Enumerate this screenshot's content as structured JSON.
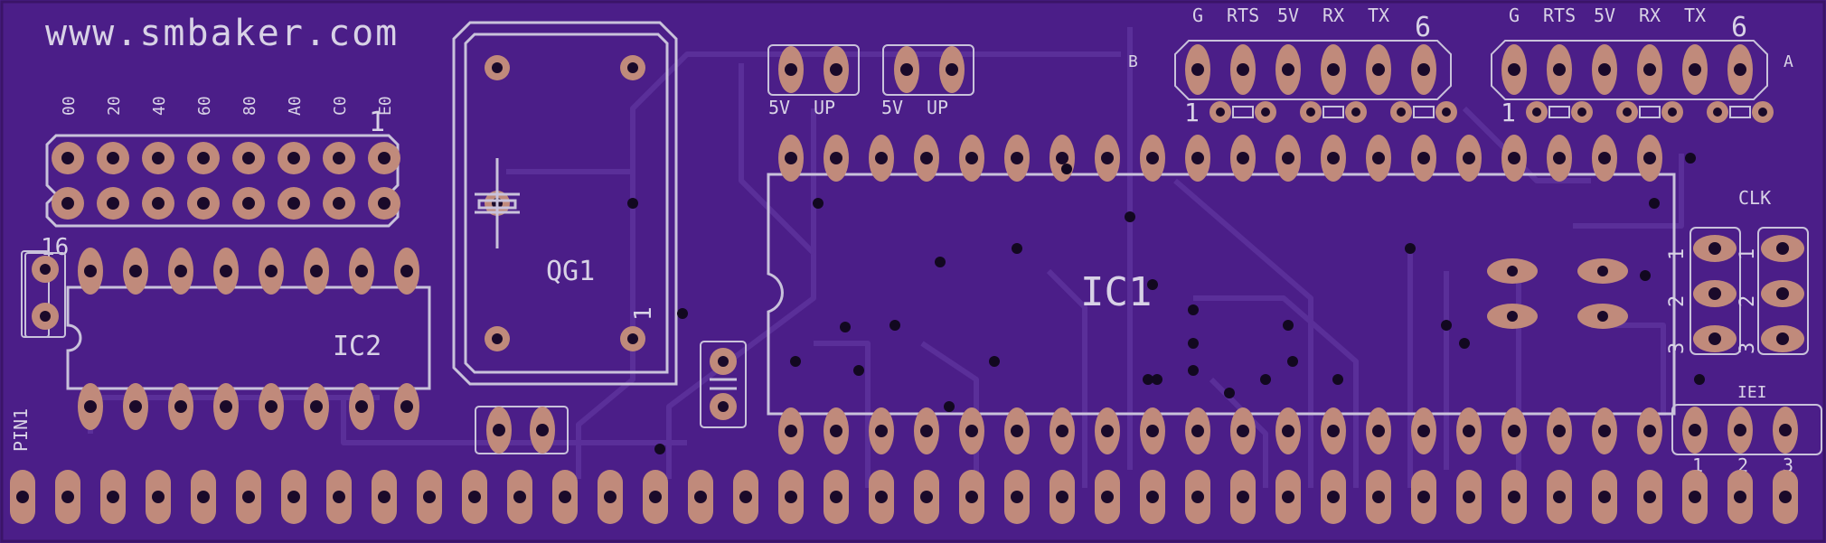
{
  "board": {
    "url_text": "www.smbaker.com",
    "colors": {
      "soldermask": "#4b1e88",
      "silkscreen": "#c9c2db",
      "pad_copper": "#c08a7b",
      "drill": "#1a0a2a"
    }
  },
  "labels": {
    "addr_header": [
      "00",
      "20",
      "40",
      "60",
      "80",
      "A0",
      "C0",
      "E0"
    ],
    "addr_pin1": "1",
    "ic2_pin16": "16",
    "ic2": "IC2",
    "qg1": "QG1",
    "qg1_pin1": "1",
    "ic1": "IC1",
    "pin1": "PIN1",
    "jumper1": [
      "5V",
      "UP"
    ],
    "jumper2": [
      "5V",
      "UP"
    ],
    "serial_b_pins": [
      "G",
      "RTS",
      "5V",
      "RX",
      "TX"
    ],
    "serial_b_pin6": "6",
    "serial_b_pin1": "1",
    "serial_b_name": "B",
    "serial_a_pins": [
      "G",
      "RTS",
      "5V",
      "RX",
      "TX"
    ],
    "serial_a_pin6": "6",
    "serial_a_pin1": "1",
    "serial_a_name": "A",
    "clk": "CLK",
    "clk_rows_left": [
      "1",
      "2",
      "3"
    ],
    "clk_rows_right": [
      "1",
      "2",
      "3"
    ],
    "iei": "IEI",
    "iei_pins": [
      "1",
      "2",
      "3"
    ]
  }
}
